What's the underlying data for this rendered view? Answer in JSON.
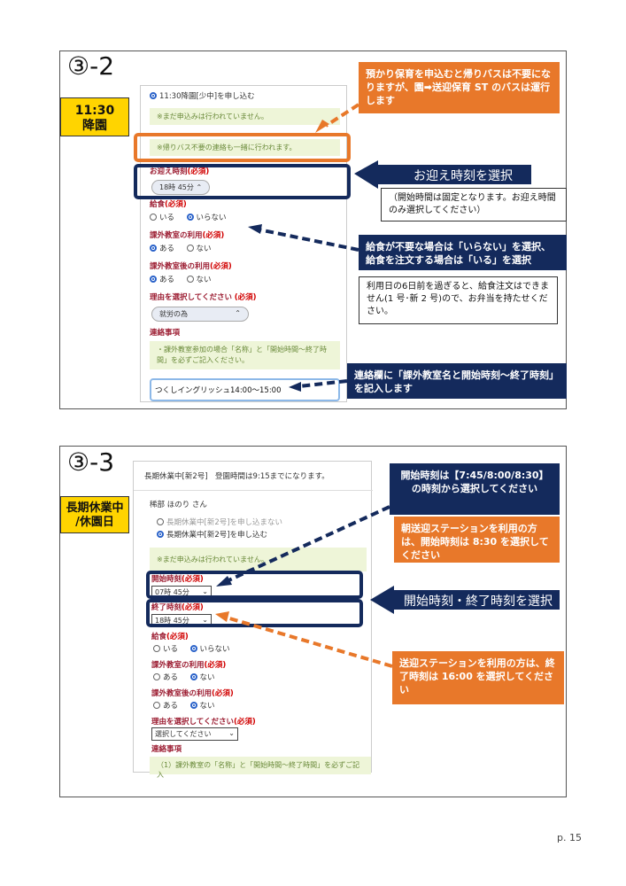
{
  "panel1": {
    "title": "③-2",
    "tag_line1": "11:30",
    "tag_line2": "降園",
    "form": {
      "option_selected": "11:30降園[少中]を申し込む",
      "notice1": "※まだ申込みは行われていません。",
      "notice2": "※帰りバス不要の連絡も一緒に行われます。",
      "pickup_label": "お迎え時刻",
      "required": "(必須)",
      "pickup_value": "18時 45分",
      "meal_label": "給食",
      "opt_yes": "いる",
      "opt_no": "いらない",
      "club_label": "課外教室の利用",
      "opt_aru": "ある",
      "opt_nai": "ない",
      "club_after_label": "課外教室後の利用",
      "reason_label": "理由を選択してください",
      "reason_value": "就労の為",
      "contact_label": "連絡事項",
      "contact_note": "・課外教室参加の場合「名称」と「開始時間～終了時間」を必ずご記入ください。",
      "contact_value": "つくしイングリッシュ14:00～15:00"
    },
    "callout_bus": "預かり保育を申込むと帰りバスは不要になりますが、園➡送迎保育 ST のバスは運行します",
    "callout_pickup": "お迎え時刻を選択",
    "note_pickup": "（開始時間は固定となります。お迎え時間のみ選択してください）",
    "callout_meal": "給食が不要な場合は「いらない」を選択、給食を注文する場合は「いる」を選択",
    "note_meal": "利用日の6日前を過ぎると、給食注文はできません(1 号･新 2 号)ので、お弁当を持たせください。",
    "callout_contact": "連絡欄に「課外教室名と開始時刻～終了時刻」を記入します"
  },
  "panel2": {
    "title": "③-3",
    "tag_line1": "長期休業中",
    "tag_line2": "/休園日",
    "form": {
      "header": "長期休業中[新2号]　登園時間は9:15までになります。",
      "child_name": "稀部 ほのり さん",
      "option_not": "長期休業中[新2号]を申し込まない",
      "option_yes": "長期休業中[新2号]を申し込む",
      "notice": "※まだ申込みは行われていません。",
      "start_label": "開始時刻",
      "required": "(必須)",
      "start_value": "07時 45分",
      "end_label": "終了時刻",
      "end_value": "18時 45分",
      "meal_label": "給食",
      "opt_yes": "いる",
      "opt_no": "いらない",
      "club_label": "課外教室の利用",
      "opt_aru": "ある",
      "opt_nai": "ない",
      "club_after_label": "課外教室後の利用",
      "reason_label": "理由を選択してください",
      "reason_value": "選択してください",
      "contact_label": "連絡事項",
      "contact_note": "（1）課外教室の「名称」と「開始時間～終了時間」を必ずご記入"
    },
    "callout_start": "開始時刻は【7:45/8:00/8:30】の時刻から選択してください",
    "callout_station": "朝送迎ステーションを利用の方は、開始時刻は 8:30 を選択してください",
    "callout_select": "開始時刻・終了時刻を選択",
    "callout_end": "送迎ステーションを利用の方は、終了時刻は 16:00 を選択してください"
  },
  "page_number": "p. 15"
}
